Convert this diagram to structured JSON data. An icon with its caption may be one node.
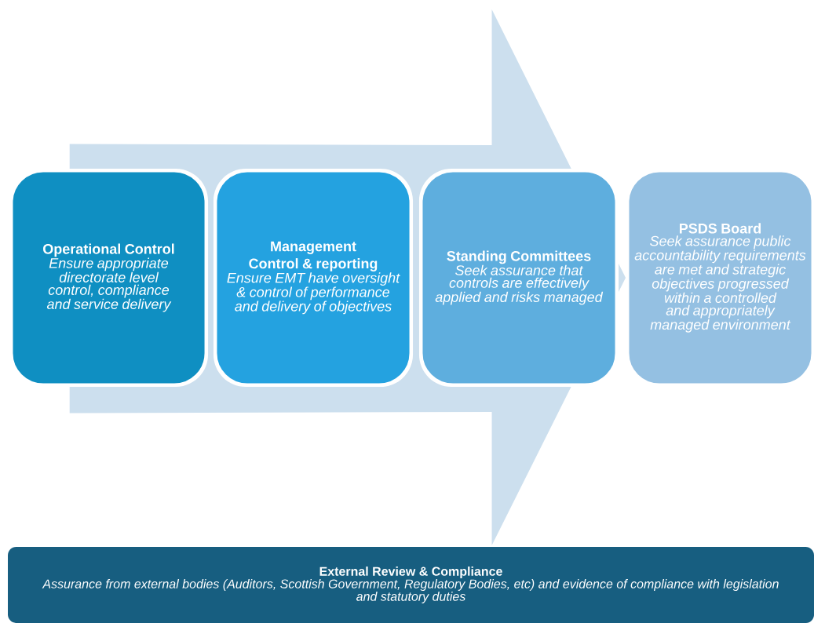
{
  "diagram": {
    "nodes": [
      {
        "text": [
          "Operational Control",
          "Ensure appropriate directorate level control,  compliance and service delivery"
        ]
      },
      {
        "text": [
          "Management Control & reporting",
          "Ensure EMT have oversight & control of performance and delivery of objectives"
        ]
      },
      {
        "text": [
          "Standing Committees",
          "Seek assurance that controls are effectively applied and risks managed"
        ]
      },
      {
        "text": [
          "PSDS Board",
          "Seek assurance public accountability requirements are met and strategic objectives progressed within a controlled and appropriately managed environment"
        ]
      },
      {
        "text": [
          "External Review & Compliance",
          "Assurance from external bodies (Auditors, Scottish Government, Regulatory Bodies, etc) and evidence of compliance with legislation and statutory duties"
        ]
      }
    ],
    "edges": [
      {
        "from": 0,
        "to": 3,
        "arrow": "to"
      }
    ]
  }
}
